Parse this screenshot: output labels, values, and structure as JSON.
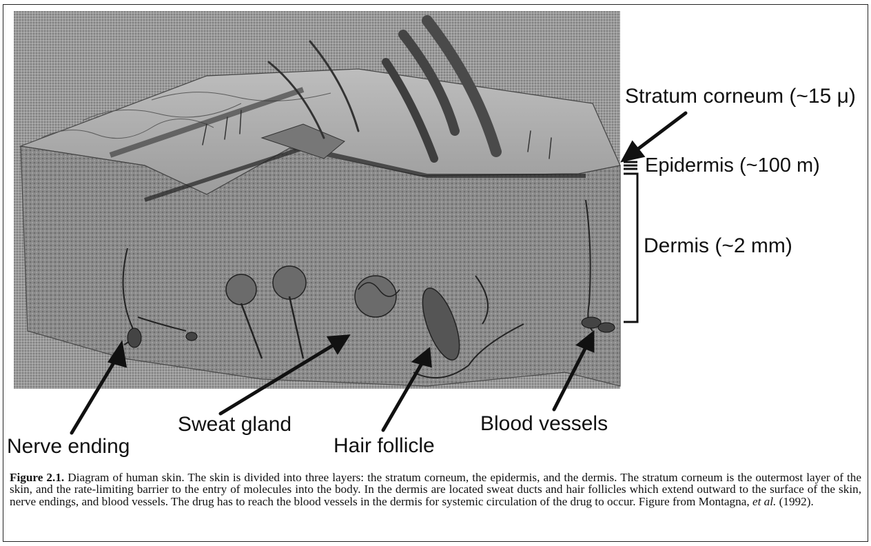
{
  "figure": {
    "layer_labels": {
      "stratum_corneum": "Stratum corneum (~15 μ)",
      "epidermis": "Epidermis (~100 m)",
      "dermis": "Dermis (~2 mm)"
    },
    "structure_labels": {
      "nerve_ending": "Nerve ending",
      "sweat_gland": "Sweat gland",
      "hair_follicle": "Hair follicle",
      "blood_vessels": "Blood vessels"
    }
  },
  "caption": {
    "label": "Figure 2.1.",
    "text_before_italic": " Diagram of human skin.  The skin is divided into three layers:  the stratum corneum, the epidermis, and the dermis.  The stratum corneum is the outermost layer of the skin, and the rate-limiting barrier to the entry of molecules into the body.  In the dermis are located sweat ducts and hair follicles which extend outward to the surface of the skin, nerve endings, and blood vessels.  The drug has to reach the blood vessels in the dermis for systemic circulation of the drug to occur.  Figure from Montagna, ",
    "italic": "et al.",
    "text_after_italic": " (1992)."
  }
}
